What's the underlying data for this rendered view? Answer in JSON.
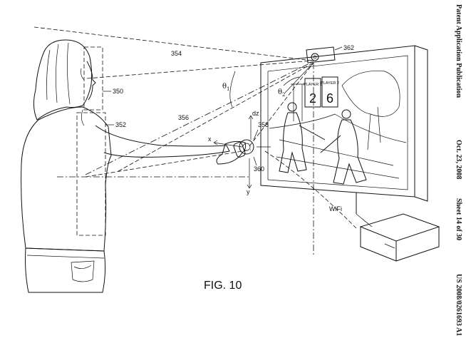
{
  "header": {
    "publication": "Patent Application Publication",
    "date": "Oct. 23, 2008",
    "sheet": "Sheet 14 of 30",
    "number": "US 2008/0261693 A1"
  },
  "figure": {
    "caption": "FIG. 10"
  },
  "references": {
    "r350": "350",
    "r352": "352",
    "r354": "354",
    "r356": "356",
    "r358": "358",
    "r360": "360",
    "r362": "362"
  },
  "symbols": {
    "theta1": "θ",
    "theta1_sub": "1",
    "theta2": "θ",
    "theta2_sub": "2",
    "dz": "dz",
    "x": "x",
    "y": "y",
    "wifi": "WiFi"
  },
  "screen": {
    "player1_label": "PLAYER 1",
    "player2_label": "PLAYER 2",
    "player1_score": "2",
    "player2_score": "6"
  },
  "icons": {
    "camera": "camera-icon",
    "console": "game-console-icon",
    "controller": "controller-icon"
  }
}
